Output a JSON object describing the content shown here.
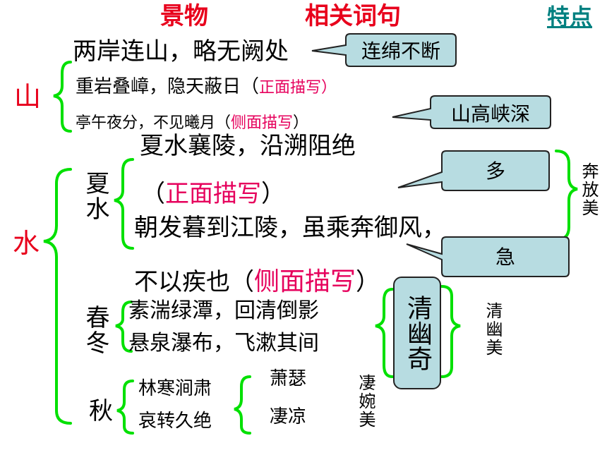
{
  "header": {
    "scenery": "景物",
    "phrases": "相关词句",
    "features": "特点"
  },
  "mountain": {
    "label": "山",
    "line1": "两岸连山，略无阙处",
    "line2": "重岩叠嶂，隐天蔽日（",
    "line2_tag": "正面描写",
    "line2_close": "）",
    "line3": "亭午夜分，不见曦月（",
    "line3_tag": "侧面描写",
    "line3_close": "）",
    "callout1": "连绵不断",
    "callout2": "山高峡深"
  },
  "water": {
    "label": "水",
    "summer": {
      "label": "夏水",
      "line1": "夏水襄陵，沿溯阻绝",
      "line2_open": "（",
      "line2_tag": "正面描写",
      "line2_close": "）",
      "line3": "朝发暮到江陵，虽乘奔御风，",
      "line4": "不以疾也（",
      "line4_tag": "侧面描写",
      "line4_close": "）",
      "callout_many": "多",
      "callout_fast": "急",
      "feature": "奔放美"
    },
    "spring_winter": {
      "label": "春冬",
      "line1": "素湍绿潭，回清倒影",
      "line2": "悬泉瀑布，飞漱其间",
      "box": "清幽奇",
      "feature": "清幽美"
    },
    "autumn": {
      "label": "秋",
      "line1": "林寒涧肃",
      "line2": "哀转久绝",
      "word1": "萧瑟",
      "word2": "凄凉",
      "feature": "凄婉美"
    }
  },
  "colors": {
    "header_red": "#e8001c",
    "tag_pink": "#e6005c",
    "link_teal": "#008080",
    "brace_green": "#00e000",
    "callout_fill": "#b7dce1"
  }
}
